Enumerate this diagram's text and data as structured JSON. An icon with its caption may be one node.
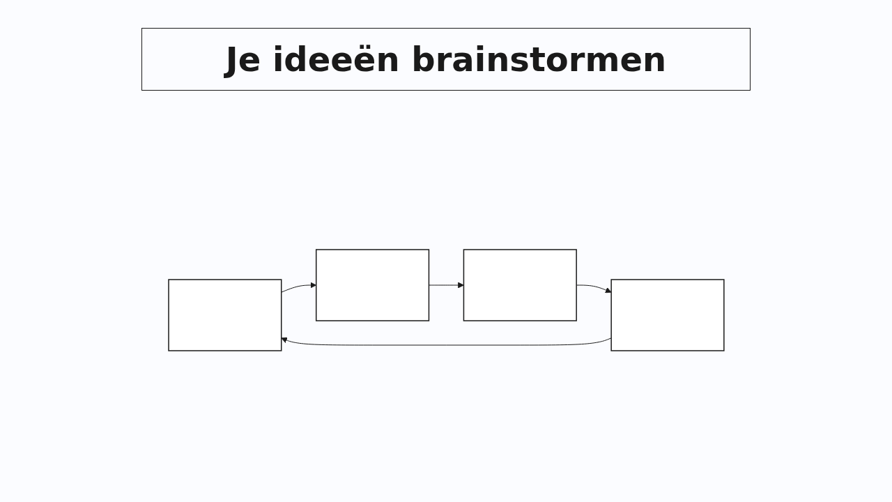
{
  "diagram": {
    "title": "Je ideeën brainstormen",
    "nodes": [
      {
        "text": [],
        "shape": "box"
      },
      {
        "text": [],
        "shape": "box"
      },
      {
        "text": [],
        "shape": "box"
      },
      {
        "text": [],
        "shape": "box"
      }
    ],
    "edges": [
      {
        "from": 0,
        "to": 1,
        "arrow": "to"
      },
      {
        "from": 1,
        "to": 2,
        "arrow": "to"
      },
      {
        "from": 2,
        "to": 3,
        "arrow": "to"
      },
      {
        "from": 3,
        "to": 0,
        "arrow": "to"
      }
    ]
  }
}
